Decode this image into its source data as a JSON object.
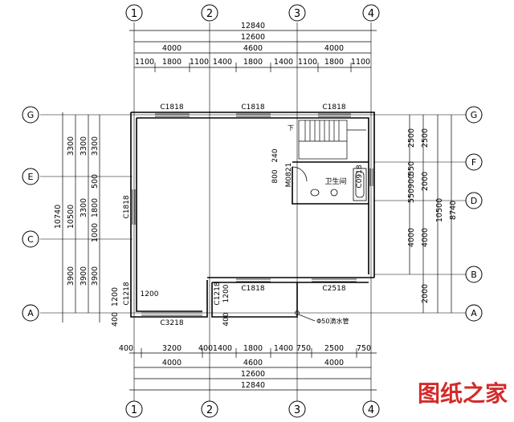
{
  "axes_top": [
    "1",
    "2",
    "3",
    "4"
  ],
  "axes_bottom": [
    "1",
    "2",
    "3",
    "4"
  ],
  "axes_left": [
    "G",
    "E",
    "C",
    "A"
  ],
  "axes_right": [
    "G",
    "F",
    "D",
    "B",
    "A"
  ],
  "top_dims": {
    "overall": "12840",
    "axis_total": "12600",
    "bays": [
      "4000",
      "4600",
      "4000"
    ],
    "segments": [
      "1100",
      "1800",
      "1100",
      "1400",
      "1800",
      "1400",
      "1100",
      "1800",
      "1100"
    ]
  },
  "bottom_dims": {
    "segments": [
      "400",
      "3200",
      "400",
      "1400",
      "1800",
      "1400",
      "750",
      "2500",
      "750"
    ],
    "bays": [
      "4000",
      "4600",
      "4000"
    ],
    "axis_total": "12600",
    "overall": "12840"
  },
  "left_dims": {
    "overall": "10740",
    "axis_total": "10500",
    "bays": [
      "3300",
      "3300",
      "3900"
    ],
    "segments": [
      "3300",
      "500",
      "1800",
      "1000",
      "3900",
      "1200",
      "400"
    ]
  },
  "right_dims": {
    "overall": "8740",
    "axis_total": "10500",
    "bays": [
      "2500",
      "2000",
      "4000",
      "2000"
    ],
    "segments": [
      "2500",
      "550",
      "900",
      "550",
      "4000"
    ]
  },
  "windows": {
    "top": [
      "C1818",
      "C1818",
      "C1818"
    ],
    "left_wall": "C1818",
    "inner_mid": "C1818",
    "inner_right": "C2518",
    "bottom_left": "C3218",
    "small_left": "C1218",
    "small_mid": "C1218",
    "bathroom_right": "C0918",
    "door": "M0821"
  },
  "room_label": "卫生间",
  "drain_label": "Φ50滴水管",
  "stair_label": "下",
  "door_dims": [
    "800",
    "240"
  ],
  "watermark": "图纸之家"
}
